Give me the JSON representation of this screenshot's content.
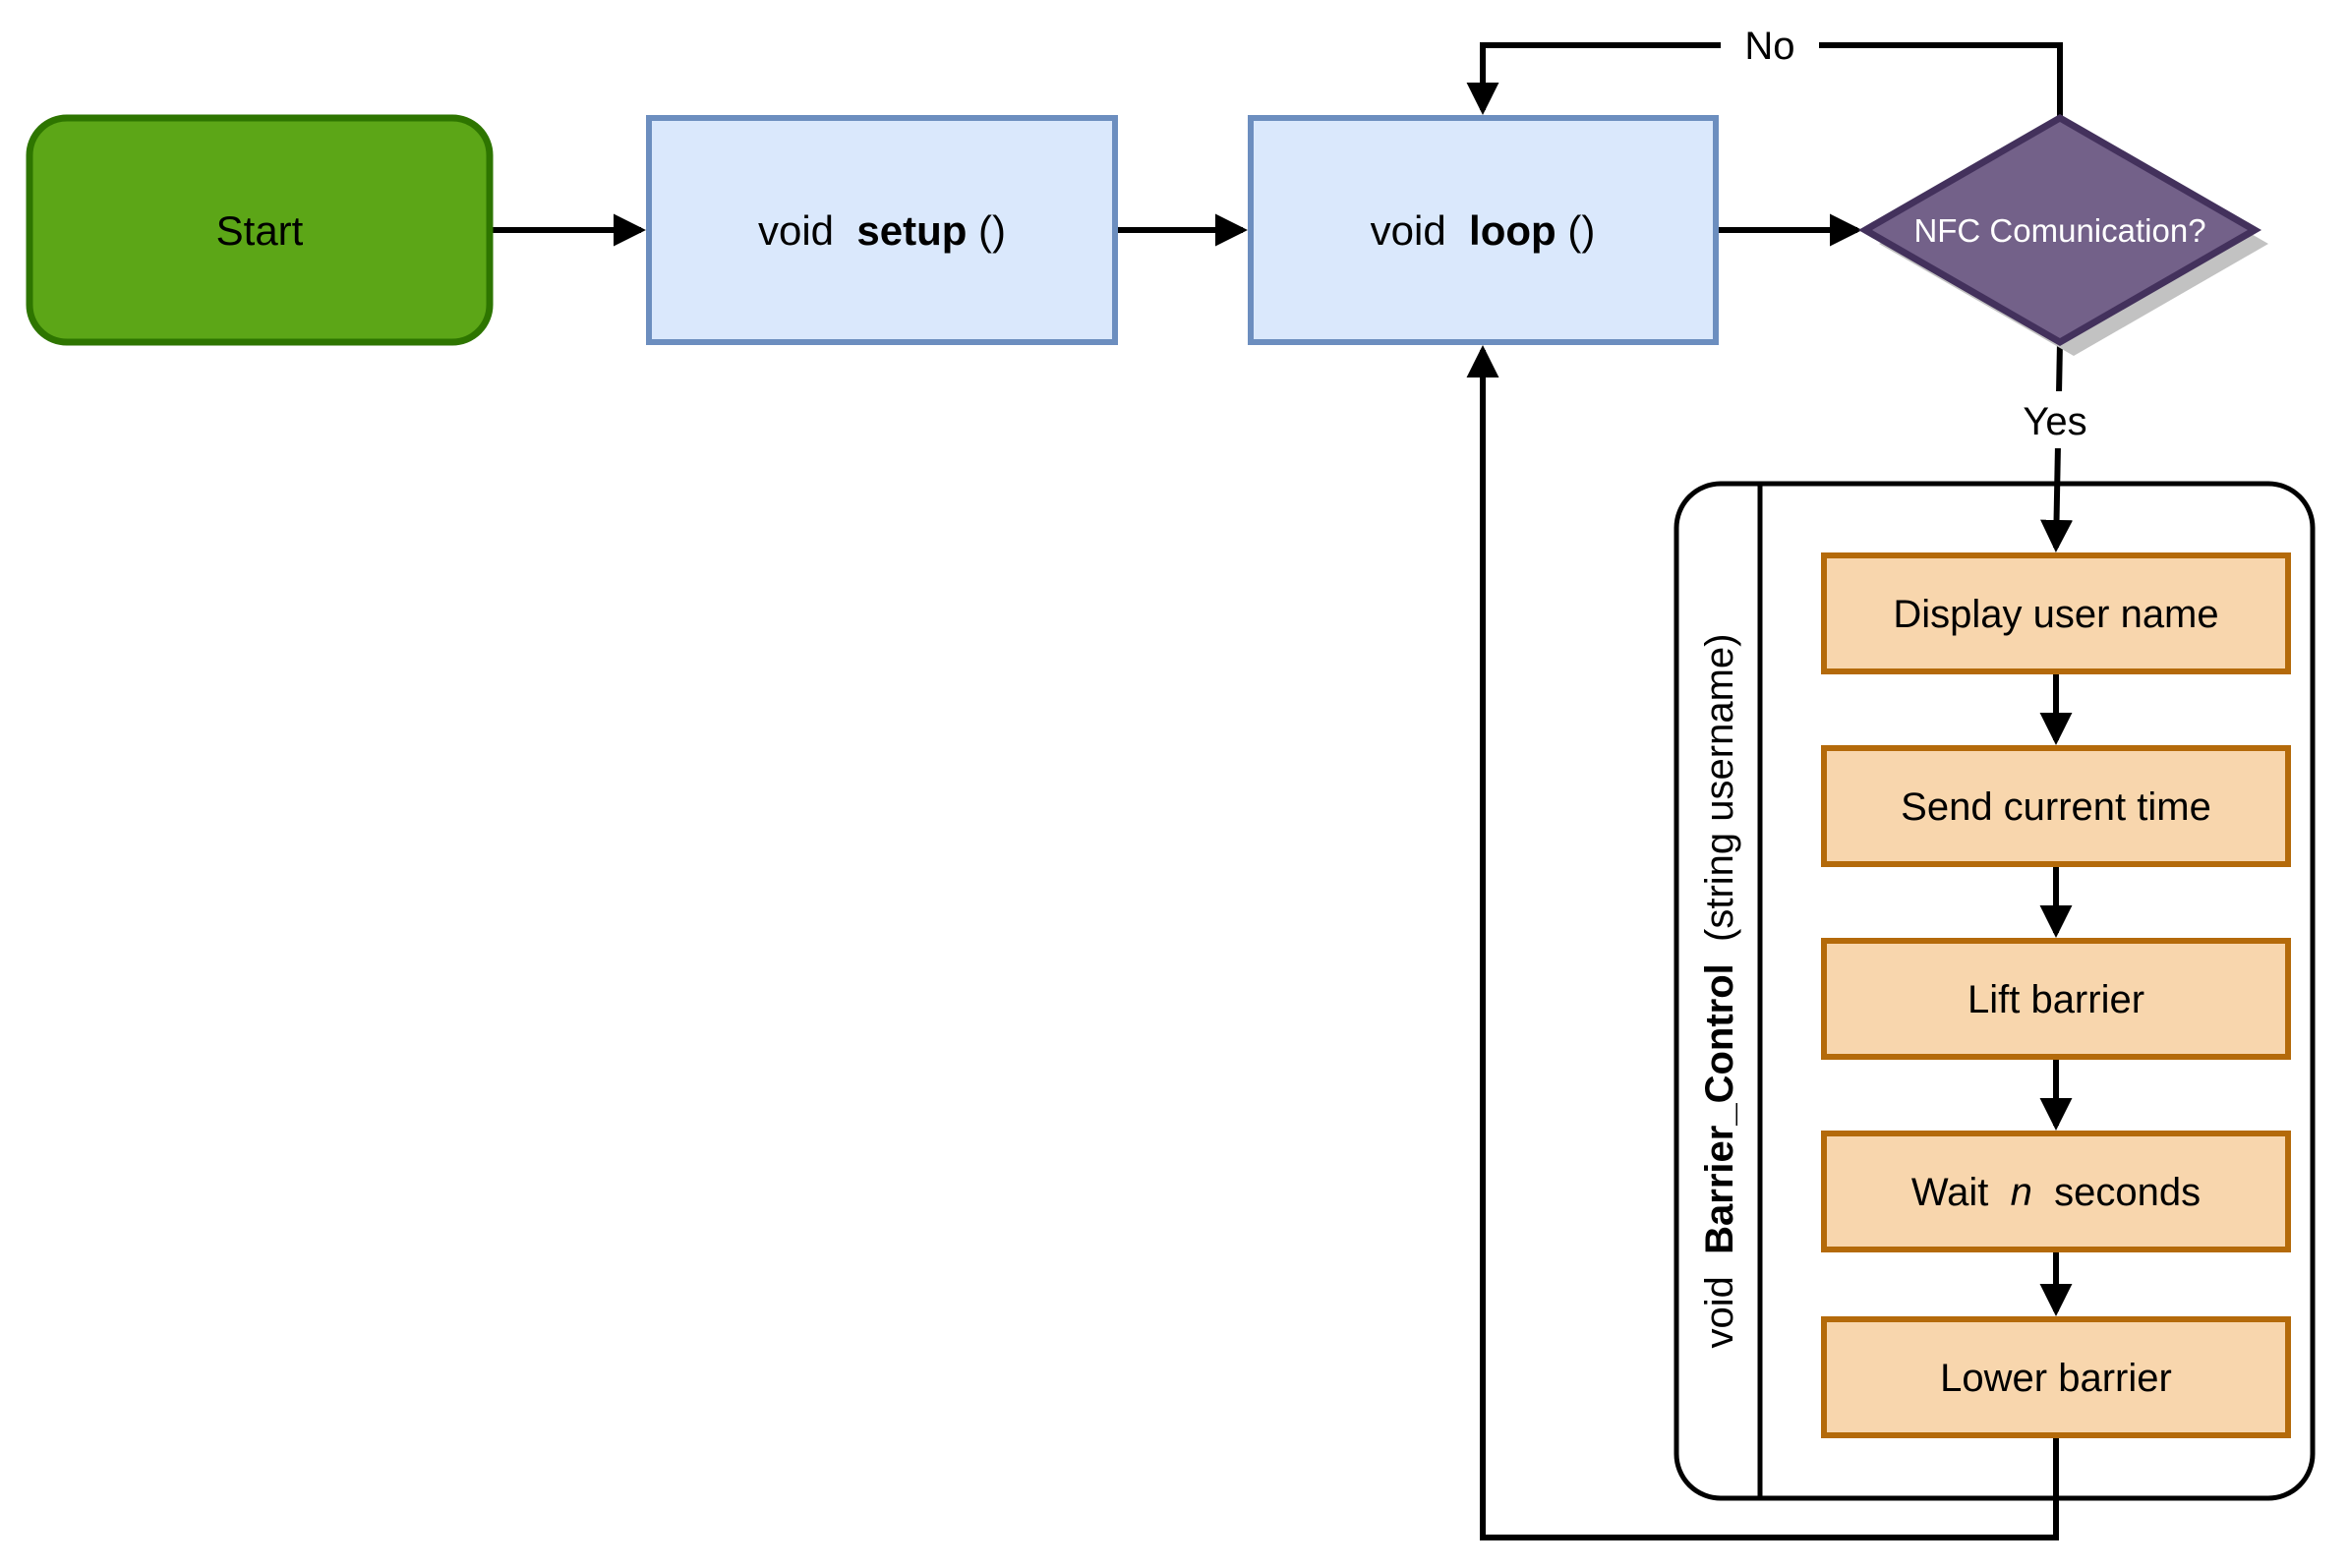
{
  "nodes": {
    "start": {
      "label": "Start"
    },
    "setup": {
      "pre": "void ",
      "name": "setup",
      "post": "()"
    },
    "loop": {
      "pre": "void ",
      "name": "loop",
      "post": "()"
    },
    "decision": {
      "label": "NFC Comunication?"
    }
  },
  "edges": {
    "no_label": "No",
    "yes_label": "Yes"
  },
  "subroutine": {
    "title_pre": "void ",
    "title_name": "Barrier_Control",
    "title_post": " (string username)",
    "steps": [
      {
        "label": "Display user name"
      },
      {
        "label": "Send current time"
      },
      {
        "label": "Lift barrier"
      },
      {
        "pre": "Wait ",
        "italic": "n",
        "post": " seconds"
      },
      {
        "label": "Lower barrier"
      }
    ]
  },
  "colors": {
    "start_fill": "#5ca617",
    "start_stroke": "#2e7500",
    "process_fill": "#dae8fc",
    "process_stroke": "#6c8ebf",
    "decision_fill": "#736189",
    "decision_stroke": "#43315c",
    "decision_shadow": "#c2c2c2",
    "step_fill": "#f8d6ad",
    "step_stroke": "#b46a0a",
    "container_stroke": "#000000",
    "line": "#000000",
    "text_light": "#ffffff",
    "text_dark": "#000000"
  }
}
